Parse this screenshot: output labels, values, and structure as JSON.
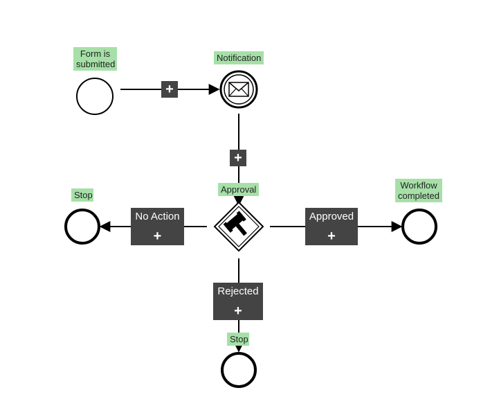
{
  "nodes": {
    "start_label": "Form is\nsubmitted",
    "notification_label": "Notification",
    "approval_label": "Approval",
    "stop_left_label": "Stop",
    "workflow_completed_label": "Workflow\ncompleted",
    "stop_bottom_label": "Stop"
  },
  "branches": {
    "no_action": "No Action",
    "approved": "Approved",
    "rejected": "Rejected"
  },
  "add_symbol": "+",
  "icons": {
    "notification": "envelope-icon",
    "approval": "gavel-icon"
  },
  "colors": {
    "label_bg": "#a6e0a8",
    "box_bg": "#444444",
    "stroke": "#000000"
  }
}
